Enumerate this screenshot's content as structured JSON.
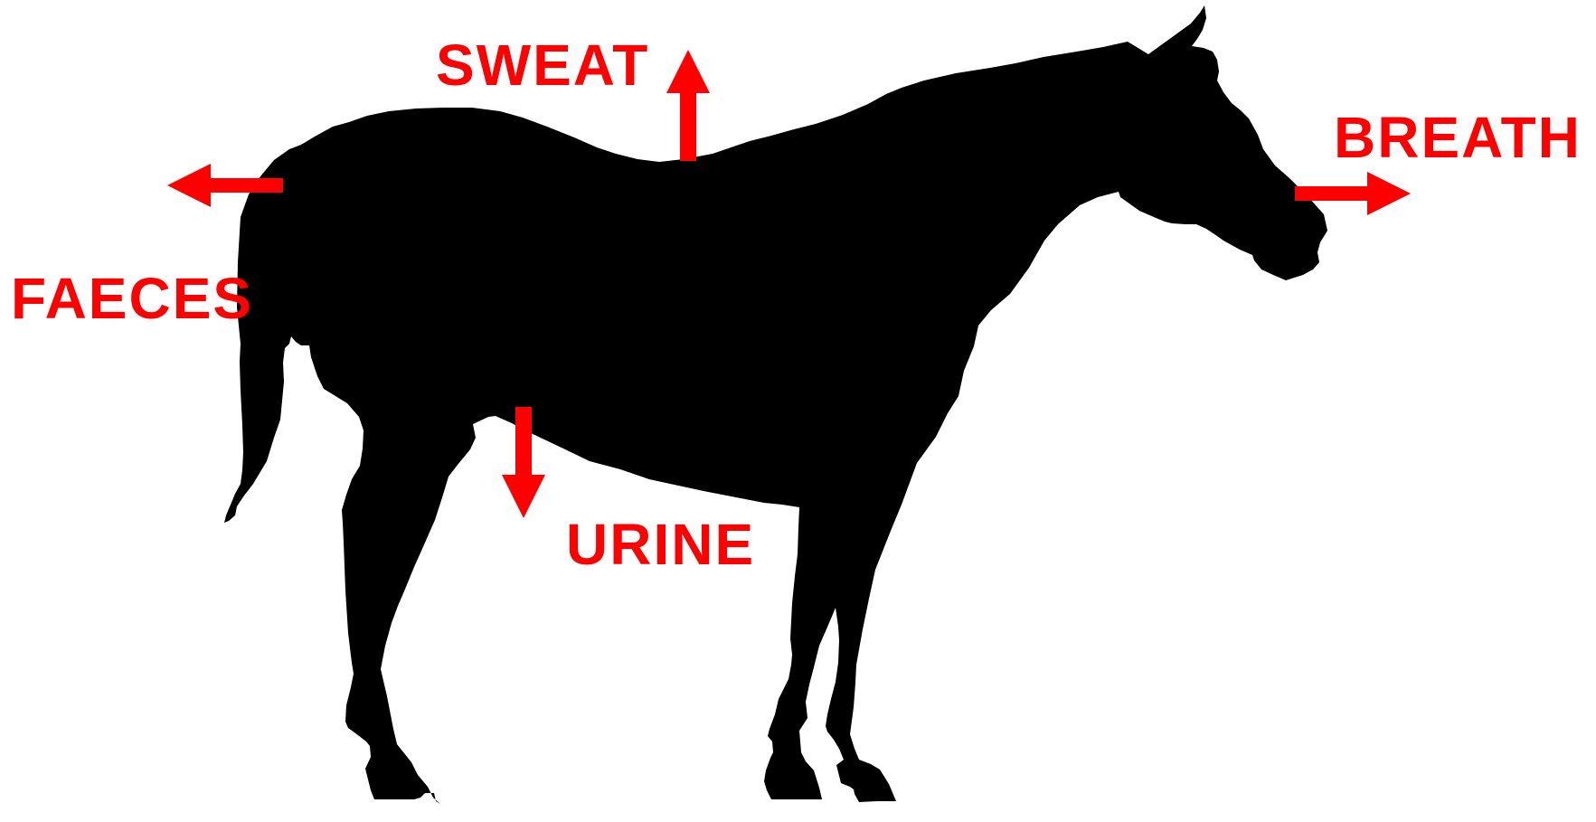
{
  "diagram": {
    "subject": "horse-silhouette",
    "labels": {
      "sweat": "SWEAT",
      "breath": "BREATH",
      "faeces": "FAECES",
      "urine": "URINE"
    },
    "colors": {
      "label": "#ff0000",
      "arrow": "#ff0000",
      "silhouette": "#000000",
      "background": "#ffffff"
    },
    "arrows": {
      "sweat": "up",
      "breath": "right",
      "faeces": "left",
      "urine": "down"
    }
  }
}
